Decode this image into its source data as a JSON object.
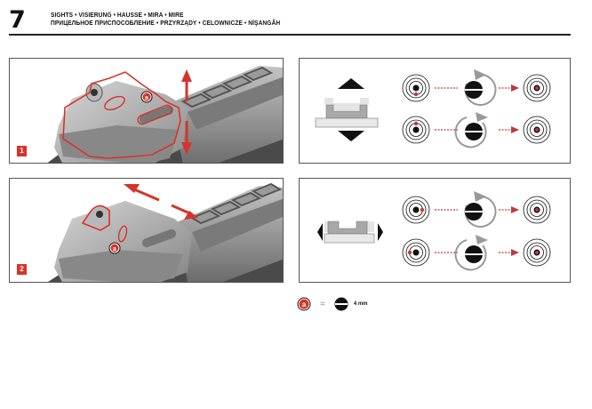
{
  "header": {
    "page_number": "7",
    "title_line1": "SIGHTS • VISIERUNG • HAUSSE • MIRA • MIRE",
    "title_line2": "ПРИЦЕЛЬНОЕ ПРИСПОСОБЛЕНИЕ • PRZYRZĄDY • CELOWNICZE • NİŞANGÂH"
  },
  "figures": [
    {
      "id": "1",
      "badge": "1",
      "callout": "a",
      "description": "rear sight elevation adjustment (up/down arrow)"
    },
    {
      "id": "2",
      "badge": "2",
      "callout": "a",
      "description": "rear sight windage adjustment (left/right arrow)"
    }
  ],
  "diagrams": [
    {
      "id": "elevation",
      "icon": "elevation-arrows-icon",
      "rows": [
        {
          "impact": "below",
          "rotation": "counterclockwise",
          "result": "center"
        },
        {
          "impact": "above",
          "rotation": "clockwise",
          "result": "center"
        }
      ]
    },
    {
      "id": "windage",
      "icon": "windage-arrows-icon",
      "rows": [
        {
          "impact": "right",
          "rotation": "counterclockwise",
          "result": "center"
        },
        {
          "impact": "left",
          "rotation": "clockwise",
          "result": "center"
        }
      ]
    }
  ],
  "legend": {
    "symbol": "a",
    "equals": "=",
    "tool_size": "4 mm"
  },
  "colors": {
    "accent_red": "#d7332b",
    "dark": "#111111",
    "arrow_gray": "#999999"
  }
}
